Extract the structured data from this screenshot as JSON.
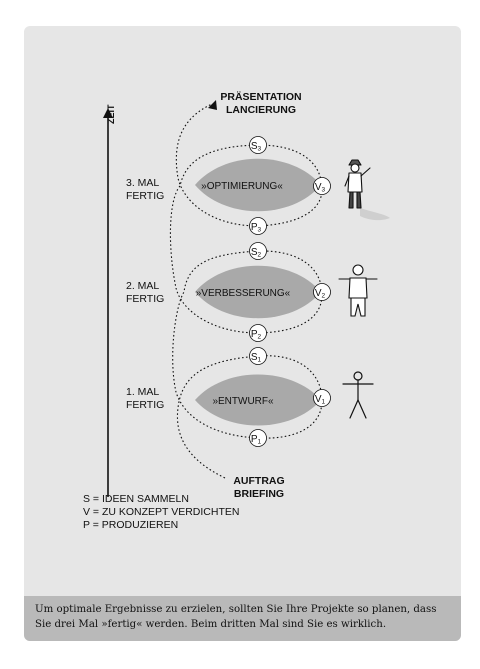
{
  "diagram": {
    "time_axis_label": "ZEIT",
    "top_label": [
      "PRÄSENTATION",
      "LANCIERUNG"
    ],
    "bottom_label": [
      "AUFTRAG",
      "BRIEFING"
    ],
    "loops": [
      {
        "phase": [
          "3. MAL",
          "FERTIG"
        ],
        "center": "»OPTIMIERUNG«",
        "s": {
          "letter": "S",
          "num": "3"
        },
        "v": {
          "letter": "V",
          "num": "3"
        },
        "p": {
          "letter": "P",
          "num": "3"
        }
      },
      {
        "phase": [
          "2. MAL",
          "FERTIG"
        ],
        "center": "»VERBESSERUNG«",
        "s": {
          "letter": "S",
          "num": "2"
        },
        "v": {
          "letter": "V",
          "num": "2"
        },
        "p": {
          "letter": "P",
          "num": "2"
        }
      },
      {
        "phase": [
          "1. MAL",
          "FERTIG"
        ],
        "center": "»ENTWURF«",
        "s": {
          "letter": "S",
          "num": "1"
        },
        "v": {
          "letter": "V",
          "num": "1"
        },
        "p": {
          "letter": "P",
          "num": "1"
        }
      }
    ]
  },
  "legend": [
    "S = IDEEN SAMMELN",
    "V = ZU KONZEPT VERDICHTEN",
    "P = PRODUZIEREN"
  ],
  "caption": "Um optimale Ergebnisse zu erzielen, sollten Sie Ihre Projekte so planen, dass Sie drei Mal »fertig« werden. Beim dritten Mal sind Sie es wirklich.",
  "colors": {
    "card": "#e6e6e6",
    "caption_bar": "#b9b9b9",
    "lens": "#a9a9a9",
    "ink": "#111111"
  }
}
